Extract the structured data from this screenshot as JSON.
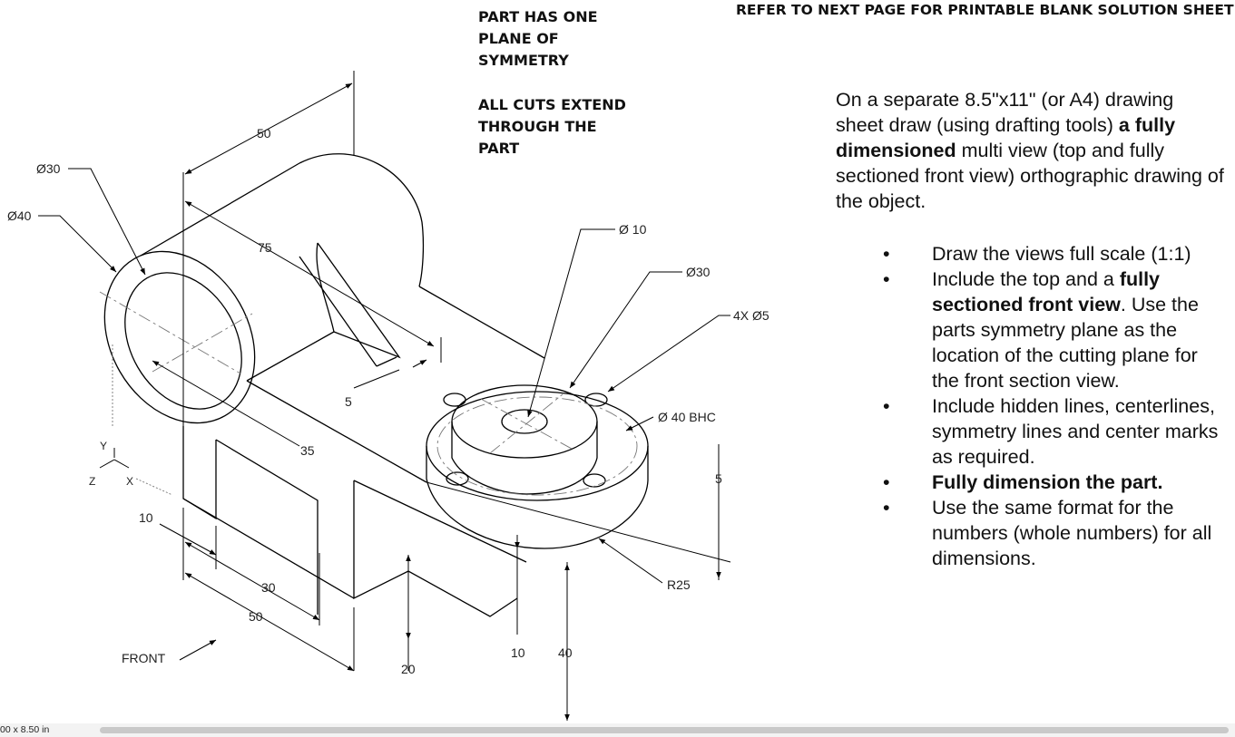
{
  "header_note": "REFER TO NEXT PAGE FOR PRINTABLE BLANK SOLUTION SHEET",
  "notes": {
    "symmetry": [
      "PART HAS ONE",
      "PLANE OF",
      "SYMMETRY"
    ],
    "cuts": [
      "ALL CUTS EXTEND",
      "THROUGH THE",
      "PART"
    ]
  },
  "instructions": {
    "intro": {
      "pre": "On a separate 8.5\"x11\" (or A4) drawing sheet draw (using drafting tools) ",
      "bold": "a fully dimensioned",
      "post": " multi view (top and fully sectioned front view) orthographic drawing of the object."
    },
    "bullets": [
      {
        "bullet": "•",
        "pre": "Draw the views full scale (1:1)",
        "bold": "",
        "post": ""
      },
      {
        "bullet": "•",
        "pre": "Include the top and a ",
        "bold": "fully sectioned front view",
        "post": ". Use the parts symmetry plane as the location of the cutting plane for the front section view."
      },
      {
        "bullet": "•",
        "pre": "Include hidden lines, centerlines, symmetry lines and center marks as required.",
        "bold": "",
        "post": ""
      },
      {
        "bullet": "•",
        "pre": "",
        "bold": "Fully dimension the part.",
        "post": ""
      },
      {
        "bullet": "•",
        "pre": "Use the same format for the numbers (whole numbers) for all dimensions.",
        "bold": "",
        "post": ""
      }
    ]
  },
  "dimensions": {
    "d50_top": "50",
    "dia30_left": "Ø30",
    "dia40_left": "Ø40",
    "d75": "75",
    "d5_slot": "5",
    "d35": "35",
    "dia10": "Ø 10",
    "dia30_boss": "Ø30",
    "holes": "4X  Ø5",
    "bhc": "Ø 40 BHC",
    "d5_right": "5",
    "r25": "R25",
    "d10_left": "10",
    "d30_bottom": "30",
    "d50_bottom": "50",
    "d20": "20",
    "d10_bottom": "10",
    "d40": "40"
  },
  "axes": {
    "y": "Y",
    "z": "Z",
    "x": "X"
  },
  "front_label": "FRONT",
  "status": {
    "page_size": "00 x 8.50 in"
  }
}
